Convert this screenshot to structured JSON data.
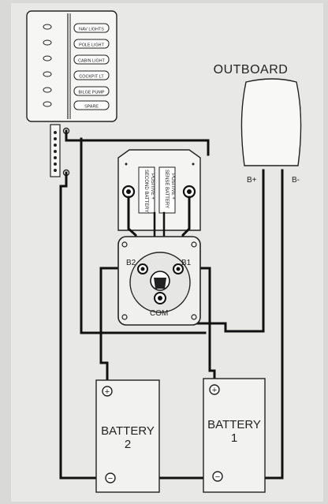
{
  "switch_panel": {
    "labels": [
      "NAV LIGHTS",
      "POLE LIGHT",
      "CABIN LIGHT",
      "COCKPIT LT",
      "BILGE PUMP",
      "SPARE"
    ]
  },
  "outboard": {
    "title": "OUTBOARD",
    "pos_label": "B+",
    "neg_label": "B-"
  },
  "battery_switch": {
    "label_sense_line1": "SENSE BATTERY",
    "label_sense_line2": "POSITIVE +",
    "label_second_line1": "SECOND BATTERY",
    "label_second_line2": "POSITIVE +",
    "terminal_b2": "B2",
    "terminal_b1": "B1",
    "terminal_com": "COM"
  },
  "battery2": {
    "title": "BATTERY",
    "number": "2",
    "pos": "+",
    "neg": "−"
  },
  "battery1": {
    "title": "BATTERY",
    "number": "1",
    "pos": "+",
    "neg": "−"
  },
  "colors": {
    "background": "#d9d9d7",
    "panel": "#f4f4f2",
    "line": "#111111"
  }
}
